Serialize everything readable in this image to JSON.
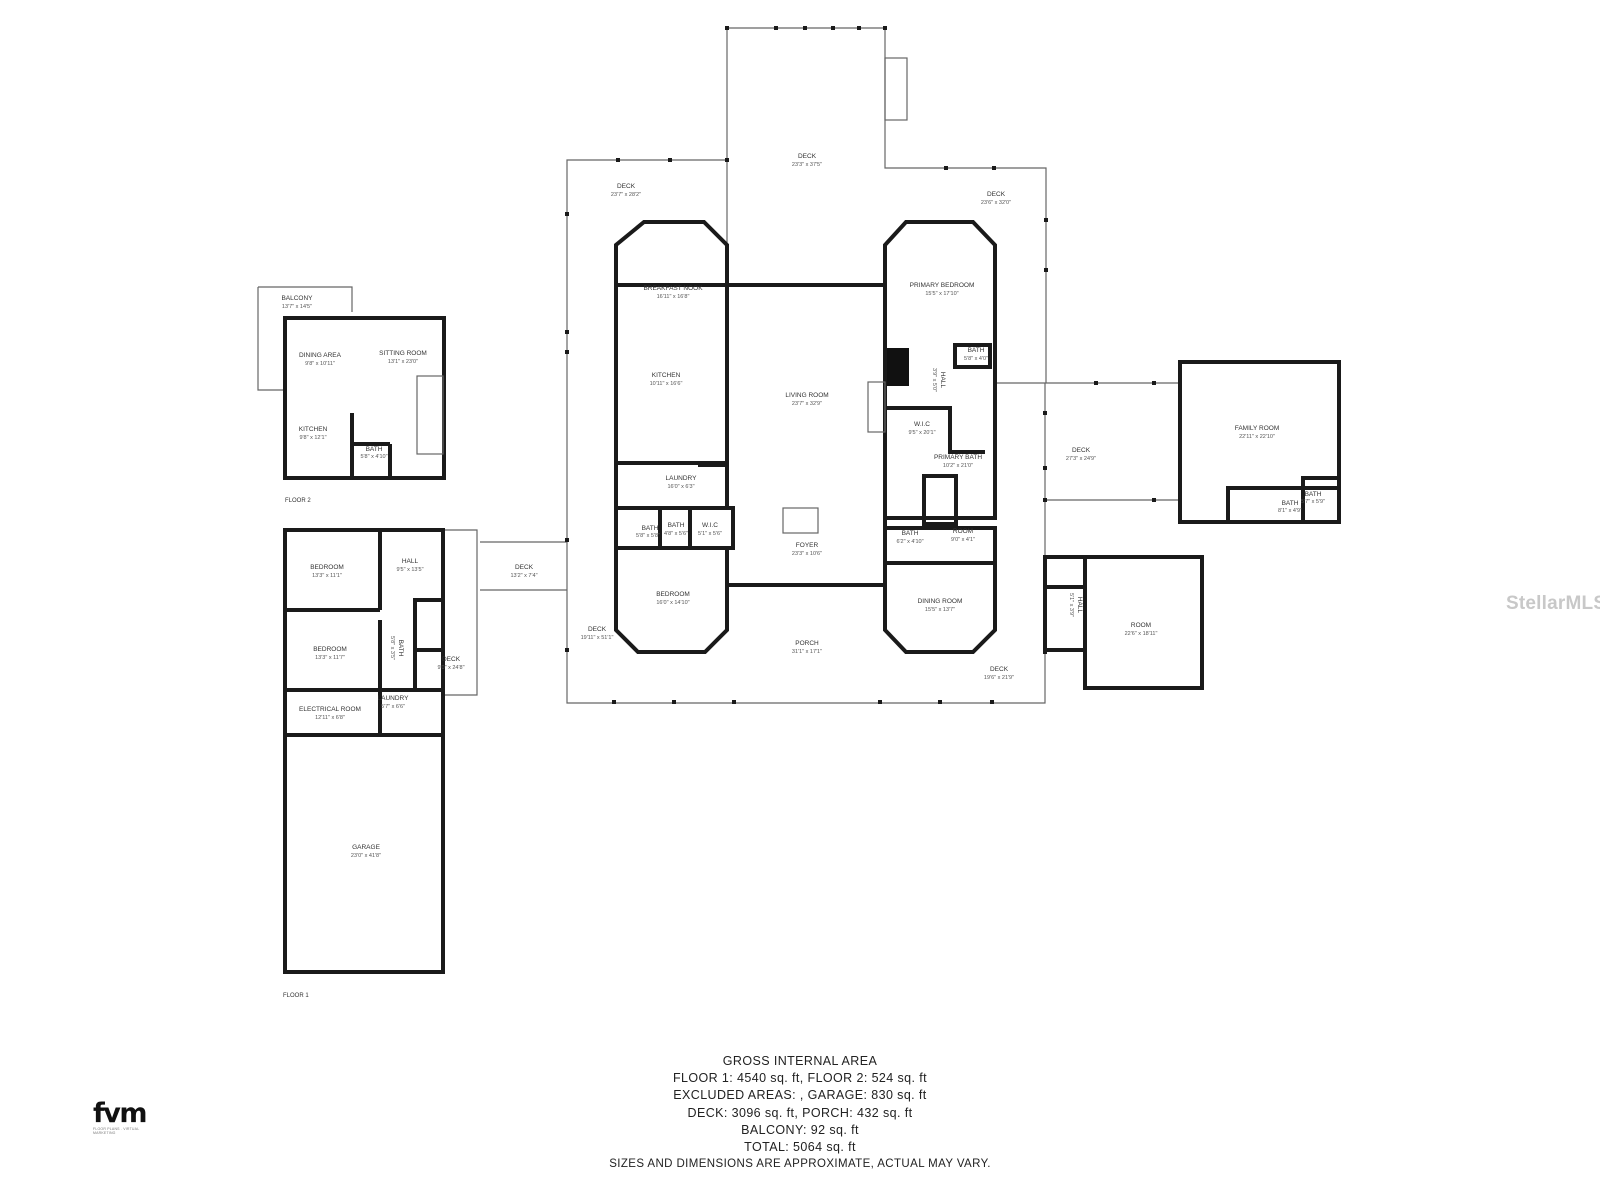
{
  "rooms": {
    "deck_top": {
      "name": "DECK",
      "dim": "23'3\" x 37'5\""
    },
    "deck_nw": {
      "name": "DECK",
      "dim": "23'7\" x 28'2\""
    },
    "deck_ne": {
      "name": "DECK",
      "dim": "23'6\" x 32'0\""
    },
    "breakfast_nook": {
      "name": "BREAKFAST NOOK",
      "dim": "16'11\" x 16'8\""
    },
    "primary_bedroom": {
      "name": "PRIMARY BEDROOM",
      "dim": "15'5\" x 17'10\""
    },
    "bath_primary": {
      "name": "BATH",
      "dim": "5'8\" x 4'0\""
    },
    "hall_primary": {
      "name": "HALL",
      "dim": "3'9\" x 5'0\""
    },
    "kitchen": {
      "name": "KITCHEN",
      "dim": "10'11\" x 16'6\""
    },
    "living_room": {
      "name": "LIVING ROOM",
      "dim": "23'7\" x 32'9\""
    },
    "wic_primary": {
      "name": "W.I.C",
      "dim": "9'5\" x 20'1\""
    },
    "primary_bath": {
      "name": "PRIMARY BATH",
      "dim": "10'2\" x 21'0\""
    },
    "laundry_main": {
      "name": "LAUNDRY",
      "dim": "16'0\" x 6'3\""
    },
    "bath_a": {
      "name": "BATH",
      "dim": "5'8\" x 5'8\""
    },
    "bath_b": {
      "name": "BATH",
      "dim": "4'8\" x 5'6\""
    },
    "wic_b": {
      "name": "W.I.C",
      "dim": "5'1\" x 5'6\""
    },
    "bath_c": {
      "name": "BATH",
      "dim": "6'2\" x 4'10\""
    },
    "room_small": {
      "name": "ROOM",
      "dim": "9'0\" x 4'1\""
    },
    "foyer": {
      "name": "FOYER",
      "dim": "23'3\" x 10'6\""
    },
    "bedroom_main": {
      "name": "BEDROOM",
      "dim": "16'0\" x 14'10\""
    },
    "dining_room": {
      "name": "DINING ROOM",
      "dim": "15'5\" x 13'7\""
    },
    "porch": {
      "name": "PORCH",
      "dim": "31'1\" x 17'1\""
    },
    "deck_sw": {
      "name": "DECK",
      "dim": "19'11\" x 51'1\""
    },
    "deck_se": {
      "name": "DECK",
      "dim": "19'6\" x 21'9\""
    },
    "deck_east": {
      "name": "DECK",
      "dim": "27'3\" x 24'9\""
    },
    "family_room": {
      "name": "FAMILY ROOM",
      "dim": "22'11\" x 22'10\""
    },
    "bath_f1": {
      "name": "BATH",
      "dim": "5'7\" x 5'9\""
    },
    "bath_f2": {
      "name": "BATH",
      "dim": "8'1\" x 4'9\""
    },
    "room_east": {
      "name": "ROOM",
      "dim": "22'6\" x 18'11\""
    },
    "hall_east": {
      "name": "HALL",
      "dim": "5'1\" x 3'9\""
    },
    "deck_link": {
      "name": "DECK",
      "dim": "13'2\" x 7'4\""
    },
    "balcony": {
      "name": "BALCONY",
      "dim": "13'7\" x 14'5\""
    },
    "dining_area": {
      "name": "DINING AREA",
      "dim": "9'8\" x 10'11\""
    },
    "sitting_room": {
      "name": "SITTING ROOM",
      "dim": "13'1\" x 23'0\""
    },
    "kitchen_f2": {
      "name": "KITCHEN",
      "dim": "9'8\" x 12'1\""
    },
    "bath_f2_small": {
      "name": "BATH",
      "dim": "5'8\" x 4'10\""
    },
    "bedroom_w1": {
      "name": "BEDROOM",
      "dim": "13'3\" x 11'1\""
    },
    "hall_w": {
      "name": "HALL",
      "dim": "9'5\" x 13'5\""
    },
    "bedroom_w2": {
      "name": "BEDROOM",
      "dim": "13'3\" x 11'7\""
    },
    "bath_w": {
      "name": "BATH",
      "dim": "5'8\" x 3'5\""
    },
    "deck_w": {
      "name": "DECK",
      "dim": "9'0\" x 24'8\""
    },
    "electrical_room": {
      "name": "ELECTRICAL ROOM",
      "dim": "12'11\" x 6'8\""
    },
    "laundry_w": {
      "name": "LAUNDRY",
      "dim": "5'7\" x 6'6\""
    },
    "garage": {
      "name": "GARAGE",
      "dim": "23'0\" x 41'8\""
    }
  },
  "floors": {
    "floor1": "FLOOR 1",
    "floor2": "FLOOR 2"
  },
  "area_summary": {
    "title": "GROSS INTERNAL AREA",
    "line1": "FLOOR 1: 4540 sq. ft, FLOOR 2: 524 sq. ft",
    "line2": "EXCLUDED AREAS: , GARAGE: 830 sq. ft",
    "line3": "DECK: 3096 sq. ft, PORCH: 432 sq. ft",
    "line4": "BALCONY: 92 sq. ft",
    "line5": "TOTAL: 5064 sq. ft",
    "disclaimer": "SIZES AND DIMENSIONS ARE APPROXIMATE, ACTUAL MAY VARY."
  },
  "logo": {
    "mark": "fvm",
    "tagline": "FLOOR PLANS . VIRTUAL MARKETING"
  },
  "watermark": "StellarMLS"
}
